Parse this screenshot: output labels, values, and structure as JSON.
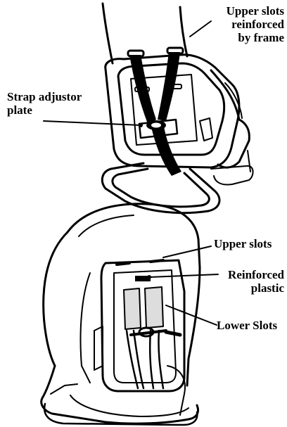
{
  "labels": {
    "upper_slots_frame": [
      "Upper slots",
      "reinforced",
      "by frame"
    ],
    "strap_adjustor": [
      "Strap adjustor",
      "plate"
    ],
    "upper_slots": "Upper slots",
    "reinforced_plastic": [
      "Reinforced",
      "plastic"
    ],
    "lower_slots": "Lower Slots"
  },
  "colors": {
    "ink": "#000000",
    "background": "#ffffff"
  }
}
